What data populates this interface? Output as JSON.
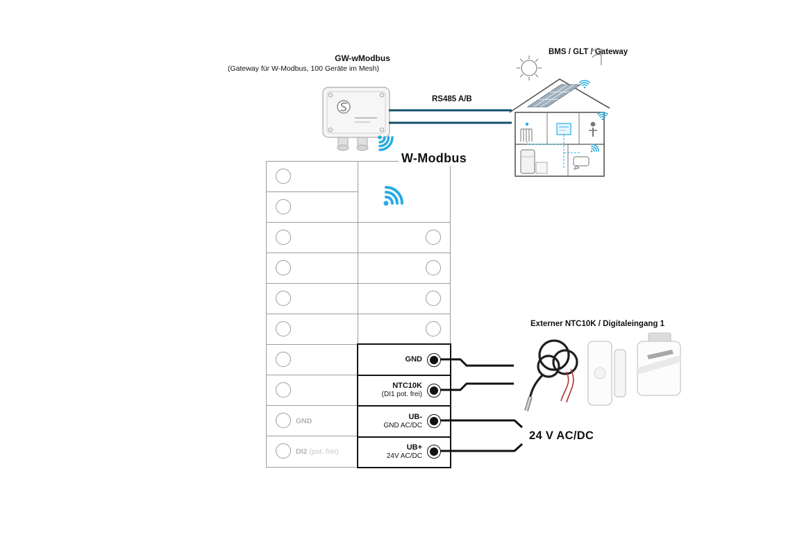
{
  "header": {
    "device_title": "GW-wModbus",
    "device_subtitle": "(Gateway für W-Modbus, 100 Geräte im Mesh)",
    "bms_label": "BMS / GLT / Gateway",
    "rs485_label": "RS485 A/B",
    "wmodbus_label": "W-Modbus"
  },
  "terminal_block": {
    "left_labels": {
      "gnd": "GND",
      "di2": "DI2",
      "di2_note": "(pot. frei)"
    },
    "terminals": [
      {
        "line1": "GND",
        "line2": ""
      },
      {
        "line1": "NTC10K",
        "line2": "(DI1 pot. frei)"
      },
      {
        "line1": "UB-",
        "line2": "GND AC/DC"
      },
      {
        "line1": "UB+",
        "line2": "24V AC/DC"
      }
    ]
  },
  "right_side": {
    "external_label": "Externer NTC10K / Digitaleingang 1",
    "power_label": "24 V AC/DC"
  },
  "icons": {
    "wifi": "wifi-signal-arcs",
    "sun": "sun",
    "wind": "wind-vane",
    "building": "bms-building-with-solar-panels",
    "gateway_device": "gw-wmodbus-gateway-box",
    "ntc_probe": "ntc10k-cable-probe",
    "door_contact": "door-window-contact",
    "card_holder": "key-card-switch"
  },
  "colors": {
    "wifi_blue": "#29abe2",
    "rs485_line": "#16506e",
    "wire_black": "#111111",
    "grid_line": "#9c9c9c",
    "muted_text": "#b3b3b3"
  }
}
